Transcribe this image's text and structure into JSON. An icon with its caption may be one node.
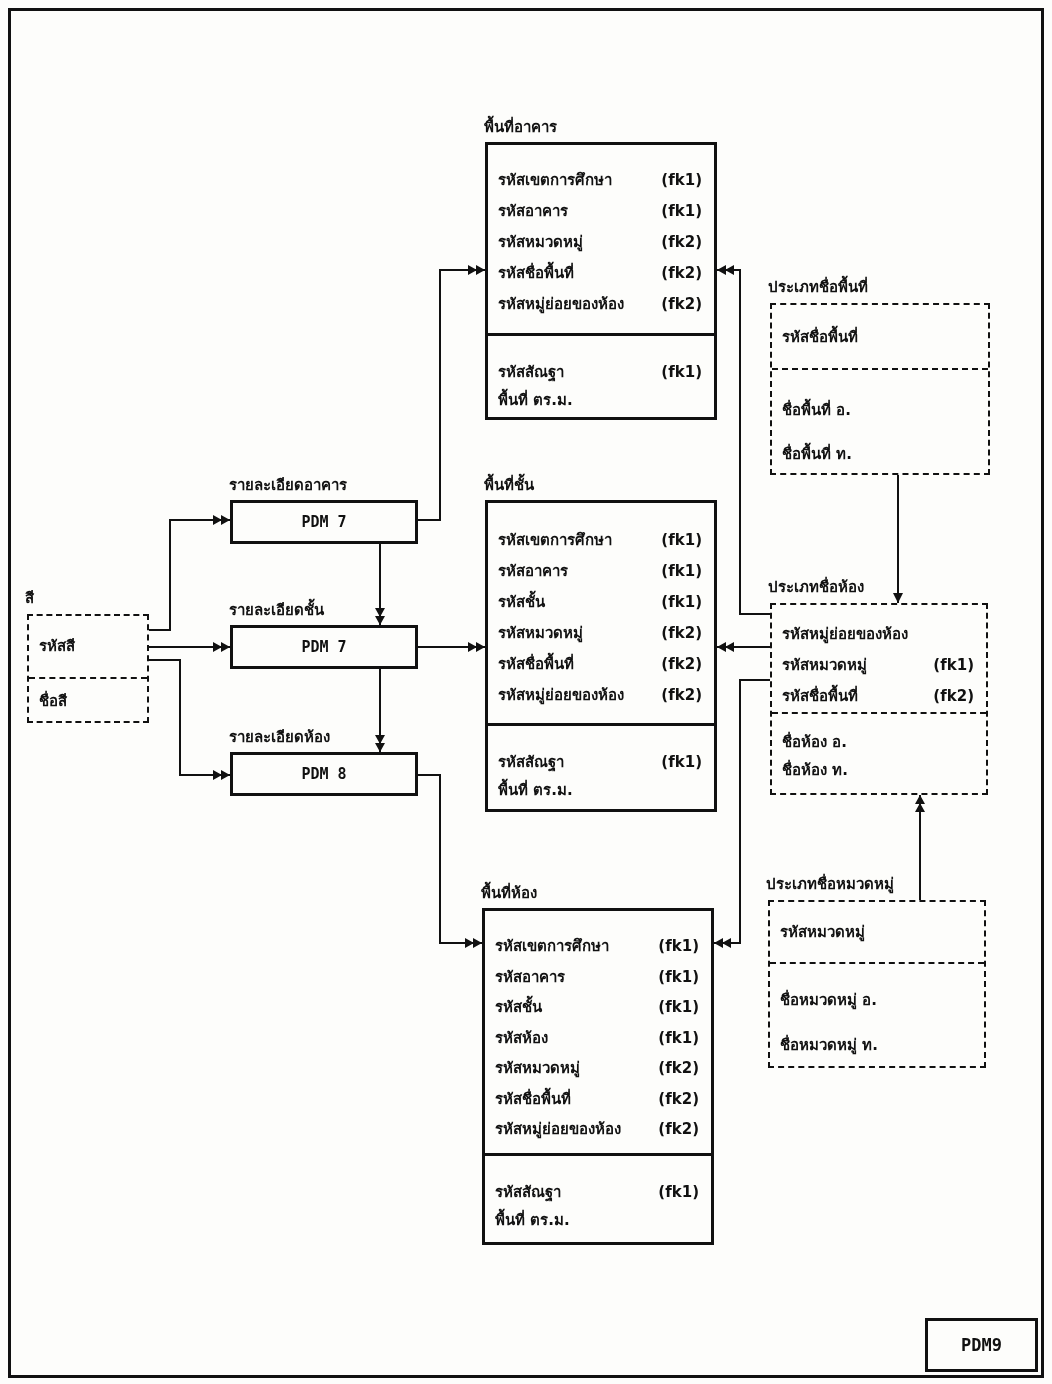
{
  "diagram": {
    "nodes": [
      {
        "text": [
          "พื้นที่อาคาร"
        ]
      },
      {
        "text": [
          "รหัสเขตการศึกษา (fk1)",
          "รหัสอาคาร (fk1)",
          "รหัสหมวดหมู่ (fk2)",
          "รหัสชื่อพื้นที่ (fk2)",
          "รหัสหมู่ย่อยของห้อง (fk2)"
        ],
        "in": 0
      },
      {
        "text": [
          "รหัสสัณฐา (fk1)",
          "พื้นที่ ตร.ม."
        ],
        "in": 0
      },
      {
        "text": [
          "พื้นที่ชั้น"
        ]
      },
      {
        "text": [
          "รหัสเขตการศึกษา (fk1)",
          "รหัสอาคาร (fk1)",
          "รหัสชั้น (fk1)",
          "รหัสหมวดหมู่ (fk2)",
          "รหัสชื่อพื้นที่ (fk2)",
          "รหัสหมู่ย่อยของห้อง (fk2)"
        ],
        "in": 3
      },
      {
        "text": [
          "รหัสสัณฐา (fk1)",
          "พื้นที่ ตร.ม."
        ],
        "in": 3
      },
      {
        "text": [
          "พื้นที่ห้อง"
        ]
      },
      {
        "text": [
          "รหัสเขตการศึกษา (fk1)",
          "รหัสอาคาร (fk1)",
          "รหัสชั้น (fk1)",
          "รหัสห้อง (fk1)",
          "รหัสหมวดหมู่ (fk2)",
          "รหัสชื่อพื้นที่ (fk2)",
          "รหัสหมู่ย่อยของห้อง (fk2)"
        ],
        "in": 6
      },
      {
        "text": [
          "รหัสสัณฐา (fk1)",
          "พื้นที่ ตร.ม."
        ],
        "in": 6
      },
      {
        "text": [
          "ประเภทชื่อพื้นที่"
        ]
      },
      {
        "text": [
          "รหัสชื่อพื้นที่"
        ],
        "in": 9
      },
      {
        "text": [
          "ชื่อพื้นที่ อ.",
          "ชื่อพื้นที่ ท."
        ],
        "in": 9
      },
      {
        "text": [
          "ประเภทชื่อห้อง"
        ]
      },
      {
        "text": [
          "รหัสหมู่ย่อยของห้อง",
          "รหัสหมวดหมู่ (fk1)",
          "รหัสชื่อพื้นที่ (fk2)"
        ],
        "in": 12
      },
      {
        "text": [
          "ชื่อห้อง อ.",
          "ชื่อห้อง ท."
        ],
        "in": 12
      },
      {
        "text": [
          "ประเภทชื่อหมวดหมู่"
        ]
      },
      {
        "text": [
          "รหัสหมวดหมู่"
        ],
        "in": 15
      },
      {
        "text": [
          "ชื่อหมวดหมู่ อ.",
          "ชื่อหมวดหมู่ ท."
        ],
        "in": 15
      },
      {
        "text": [
          "สี"
        ]
      },
      {
        "text": [
          "รหัสสี"
        ],
        "in": 18
      },
      {
        "text": [
          "ชื่อสี"
        ],
        "in": 18
      },
      {
        "text": [
          "รายละเอียดอาคาร",
          "PDM 7"
        ]
      },
      {
        "text": [
          "รายละเอียดชั้น",
          "PDM 7"
        ]
      },
      {
        "text": [
          "รายละเอียดห้อง",
          "PDM 8"
        ]
      },
      {
        "text": [
          "PDM9"
        ]
      }
    ],
    "edges": [
      {
        "from": 18,
        "to": 21,
        "arrow": "to"
      },
      {
        "from": 18,
        "to": 22,
        "arrow": "to"
      },
      {
        "from": 18,
        "to": 23,
        "arrow": "to"
      },
      {
        "from": 21,
        "to": 22,
        "arrow": "to"
      },
      {
        "from": 22,
        "to": 23,
        "arrow": "to"
      },
      {
        "from": 21,
        "to": 0,
        "arrow": "to"
      },
      {
        "from": 22,
        "to": 3,
        "arrow": "to"
      },
      {
        "from": 23,
        "to": 6,
        "arrow": "to"
      },
      {
        "from": 9,
        "to": 12,
        "arrow": "to"
      },
      {
        "from": 15,
        "to": 12,
        "arrow": "to"
      },
      {
        "from": 12,
        "to": 0,
        "arrow": "to"
      },
      {
        "from": 12,
        "to": 3,
        "arrow": "to"
      },
      {
        "from": 12,
        "to": 6,
        "arrow": "to"
      }
    ]
  }
}
